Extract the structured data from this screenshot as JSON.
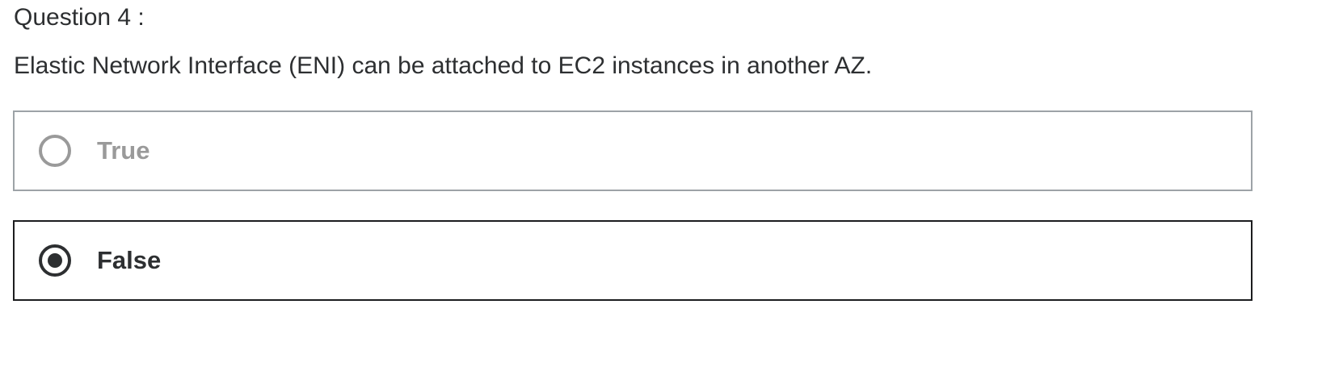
{
  "question": {
    "label": "Question 4 :",
    "text": "Elastic Network Interface (ENI) can be attached to EC2 instances in another AZ."
  },
  "options": [
    {
      "label": "True",
      "selected": false
    },
    {
      "label": "False",
      "selected": true
    }
  ],
  "colors": {
    "text": "#2d2f31",
    "muted": "#9a9a9a",
    "selected_border": "#1c1d1f",
    "unselected_border": "#9da3a7"
  }
}
